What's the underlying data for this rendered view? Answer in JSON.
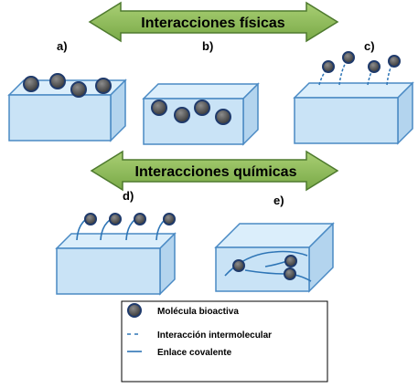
{
  "arrows": {
    "physical": "Interacciones físicas",
    "chemical": "Interacciones químicas"
  },
  "panels": {
    "a": "a)",
    "b": "b)",
    "c": "c)",
    "d": "d)",
    "e": "e)"
  },
  "legend": {
    "bioactive_molecule": "Molécula bioactiva",
    "intermolecular_interaction": "Interacción  intermolecular",
    "covalent_bond": "Enlace covalente"
  },
  "colors": {
    "arrow_fill": "#8db85a",
    "arrow_stroke": "#4e7a2e",
    "block_fill": "#c9e3f6",
    "block_top": "#dbeefb",
    "block_side": "#b3d4ee",
    "block_stroke": "#4a8ac4",
    "molecule_fill": "#5a5a5a",
    "molecule_stroke": "#1f3a6b",
    "link_color": "#2e75b6"
  }
}
